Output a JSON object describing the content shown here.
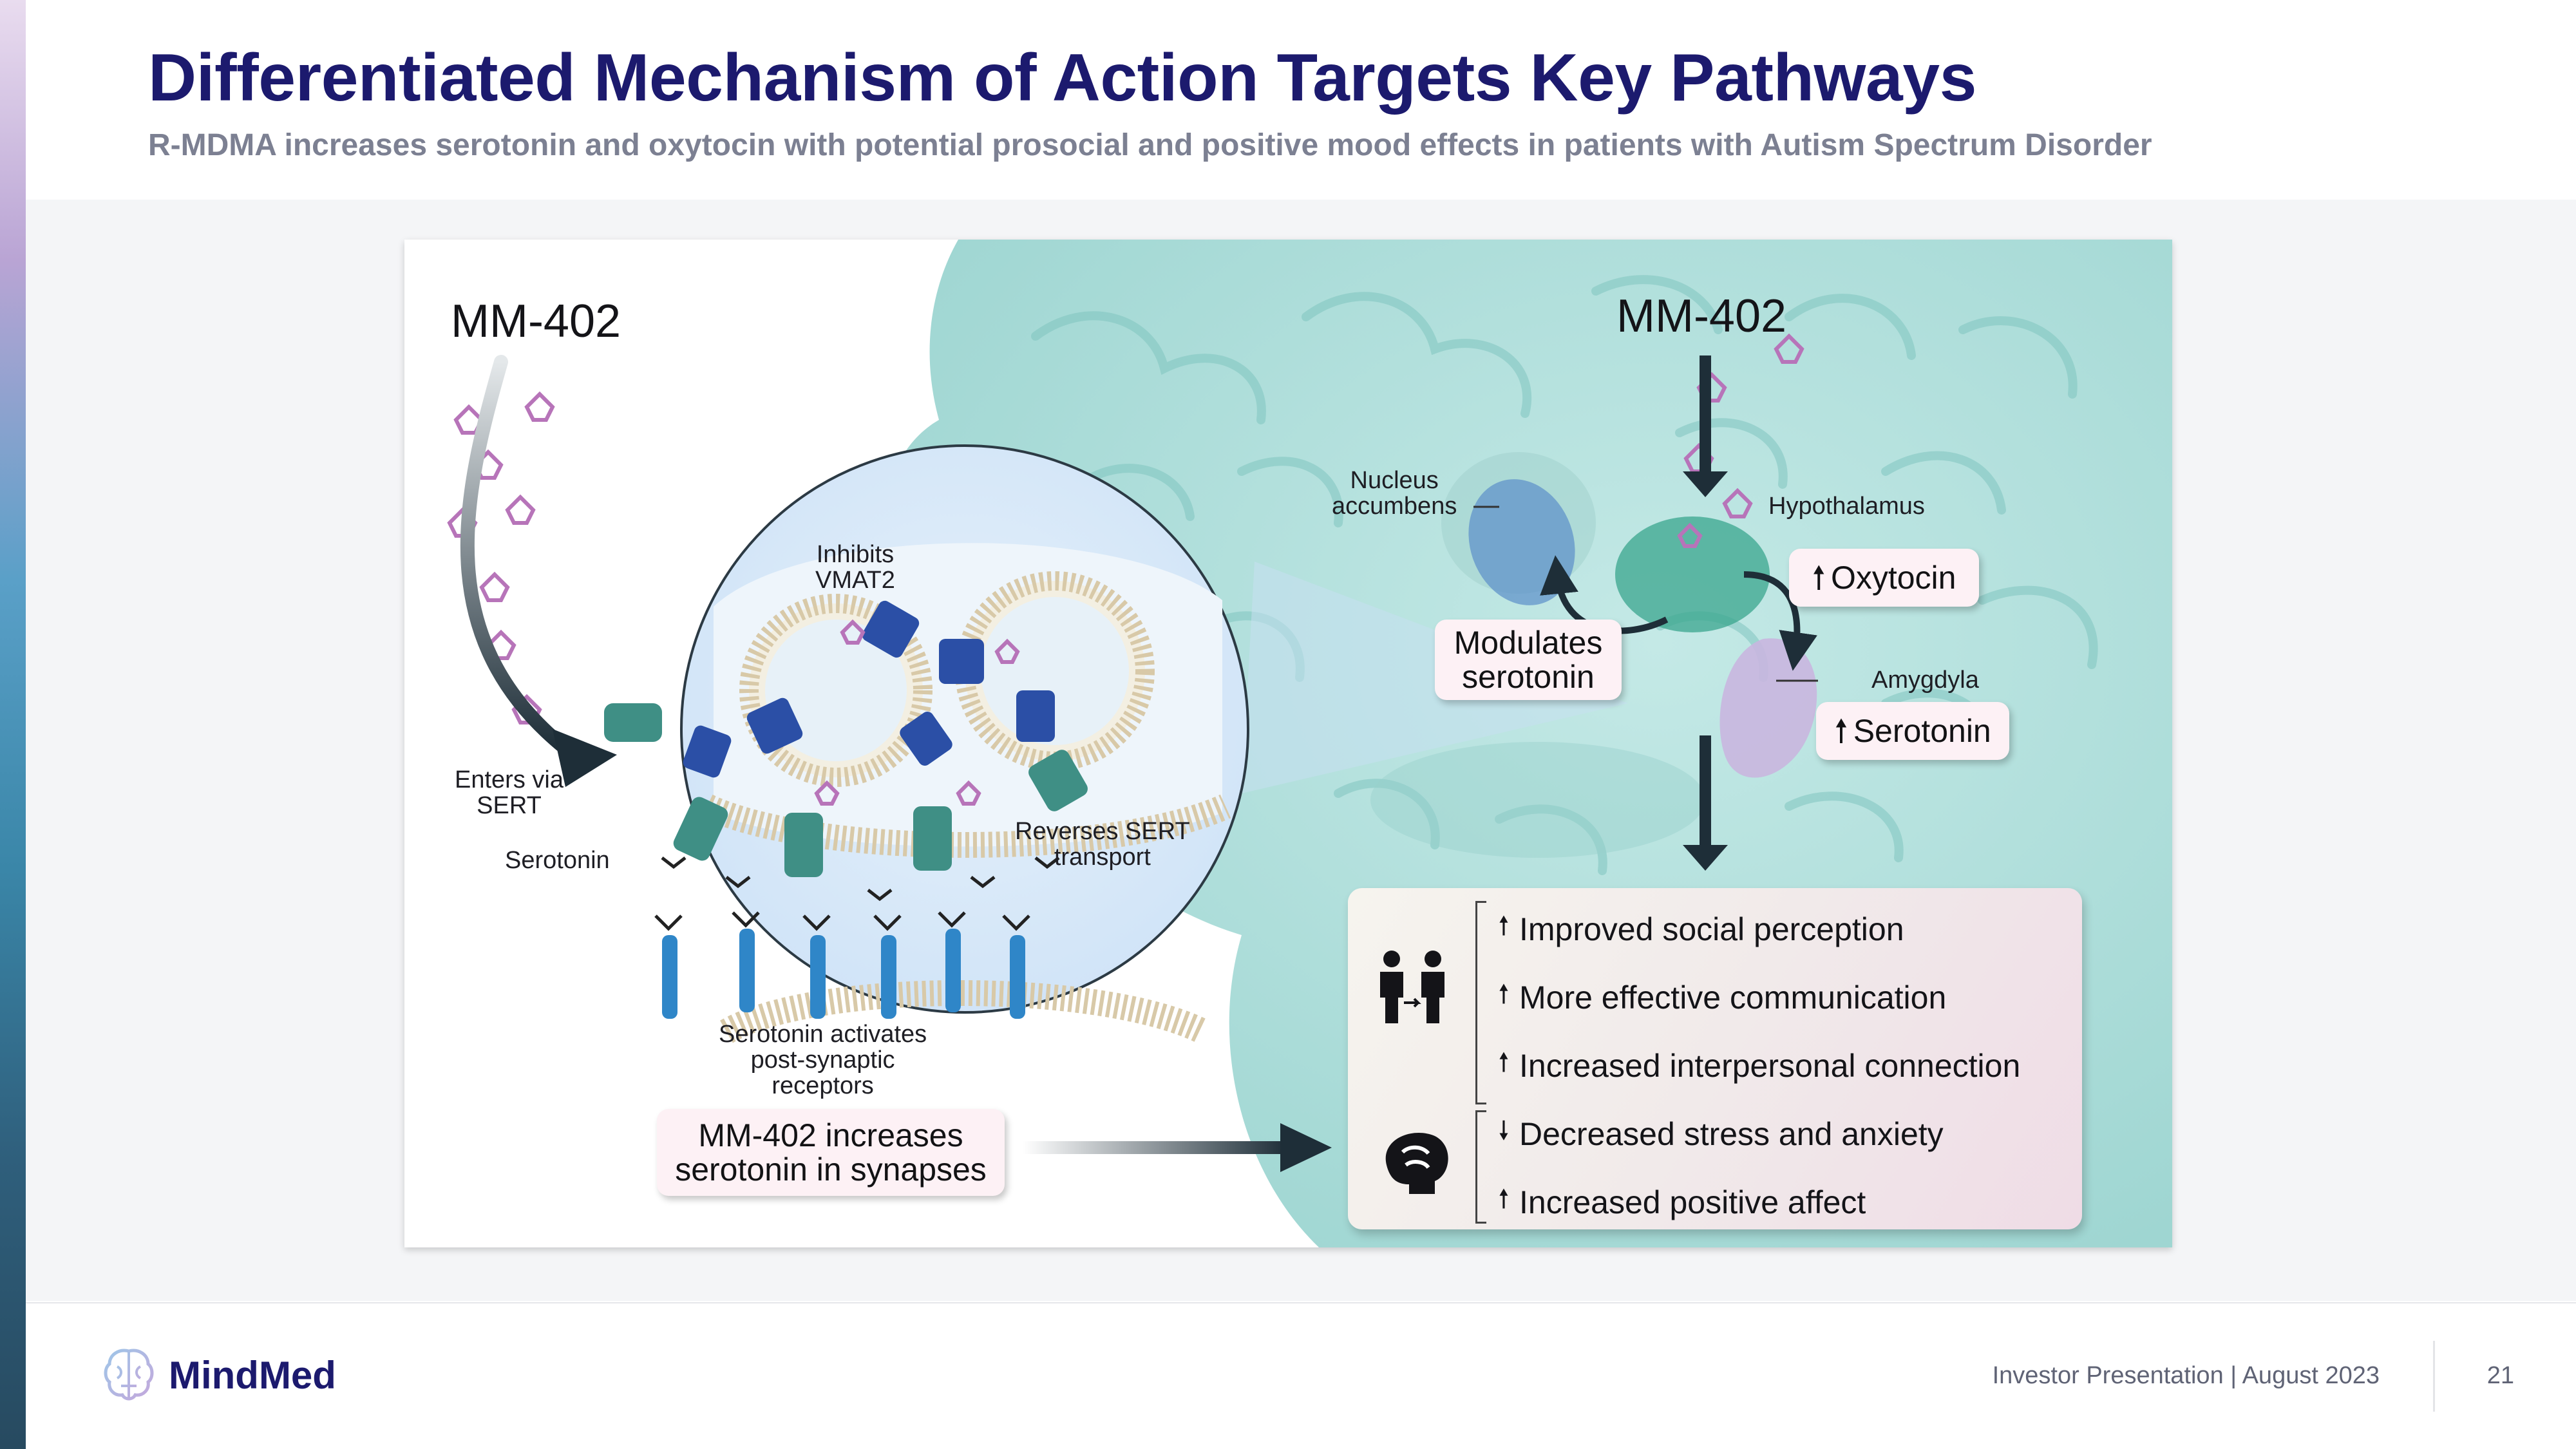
{
  "header": {
    "title": "Differentiated Mechanism of Action Targets Key Pathways",
    "subtitle": "R-MDMA increases serotonin and oxytocin with potential prosocial and positive mood effects in patients with Autism Spectrum Disorder"
  },
  "figure": {
    "left_panel": {
      "drug_label": "MM-402",
      "enters_via_sert": "Enters via\nSERT",
      "serotonin": "Serotonin",
      "inhibits_vmat2": "Inhibits\nVMAT2",
      "reverses_sert": "Reverses SERT\ntransport",
      "activates_receptors": "Serotonin activates\npost-synaptic\nreceptors",
      "summary_pill": "MM-402 increases\nserotonin in synapses"
    },
    "right_panel": {
      "drug_label": "MM-402",
      "nucleus_accumbens": "Nucleus\naccumbens",
      "hypothalamus": "Hypothalamus",
      "amygdala": "Amygdyla",
      "oxytocin_pill": "Oxytocin",
      "serotonin_pill": "Serotonin",
      "modulates_pill": "Modulates\nserotonin"
    },
    "effects": {
      "social": [
        {
          "direction": "up",
          "text": "Improved social perception"
        },
        {
          "direction": "up",
          "text": "More effective communication"
        },
        {
          "direction": "up",
          "text": "Increased interpersonal connection"
        }
      ],
      "mood": [
        {
          "direction": "down",
          "text": "Decreased stress and anxiety"
        },
        {
          "direction": "up",
          "text": "Increased positive affect"
        }
      ],
      "social_icon": "people-interaction-icon",
      "mood_icon": "brain-head-icon"
    }
  },
  "footer": {
    "brand": "MindMed",
    "presentation": "Investor Presentation | August 2023",
    "page_number": "21"
  },
  "colors": {
    "title": "#1c1a6e",
    "subtitle": "#7c8092",
    "brain": "#a9ddd9",
    "sert_green": "#3f8f85",
    "vmat_blue": "#2b4fa6",
    "pill_bg": "#fdf1f5"
  }
}
